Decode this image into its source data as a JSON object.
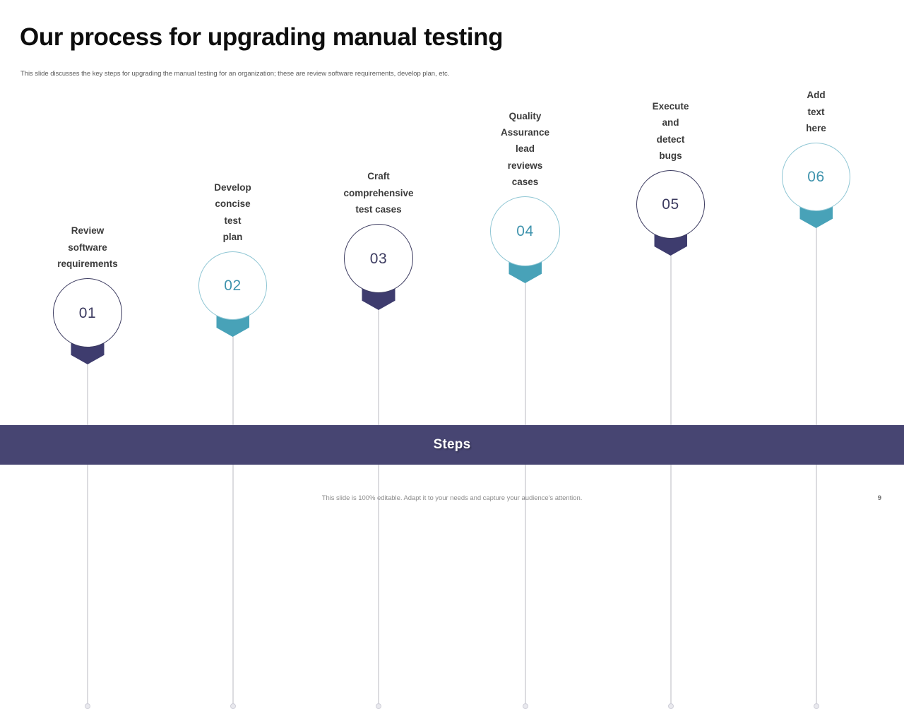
{
  "header": {
    "title": "Our process for upgrading manual testing",
    "subtitle": "This slide discusses the key steps for upgrading the manual testing for an organization; these are review software requirements, develop plan, etc."
  },
  "colors": {
    "navy": "#3E3C6E",
    "navy_stroke": "#3B3A5F",
    "teal": "#48A2B8",
    "teal_stroke": "#8FC6D4",
    "teal_text": "#3F93AD",
    "bar": "#474572",
    "stem": "#B9B9C2",
    "label_text": "#3B3B3B",
    "subtitle_text": "#5A5A5A"
  },
  "steps_bar": {
    "label": "Steps"
  },
  "nodes": [
    {
      "number": "01",
      "label": "Review software\nrequirements",
      "theme": "navy"
    },
    {
      "number": "02",
      "label": "Develop concise\ntest plan",
      "theme": "teal"
    },
    {
      "number": "03",
      "label": "Craft\ncomprehensive\ntest cases",
      "theme": "navy"
    },
    {
      "number": "04",
      "label": "Quality\nAssurance lead\nreviews cases",
      "theme": "teal"
    },
    {
      "number": "05",
      "label": "Execute and\ndetect bugs",
      "theme": "navy"
    },
    {
      "number": "06",
      "label": "Add\ntext here",
      "theme": "teal"
    }
  ],
  "footer": {
    "note": "This slide is 100% editable. Adapt it to your needs and capture your audience's attention.",
    "page_number": "9"
  }
}
